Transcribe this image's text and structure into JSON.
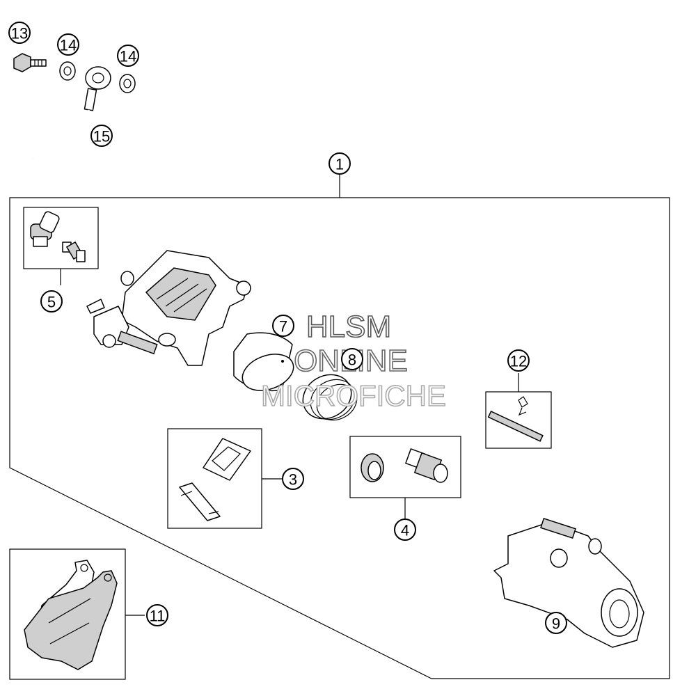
{
  "callouts": {
    "c1": "1",
    "c3": "3",
    "c4": "4",
    "c5": "5",
    "c7": "7",
    "c8": "8",
    "c9": "9",
    "c11": "11",
    "c12": "12",
    "c13": "13",
    "c14a": "14",
    "c14b": "14",
    "c15": "15"
  },
  "watermark": {
    "line1": "HLSM",
    "line2": "ONLINE",
    "line3": "MICROFICHE"
  },
  "colors": {
    "watermark_line1": "#555555",
    "watermark_line2": "#666666",
    "watermark_line3": "#aaaaaa"
  }
}
